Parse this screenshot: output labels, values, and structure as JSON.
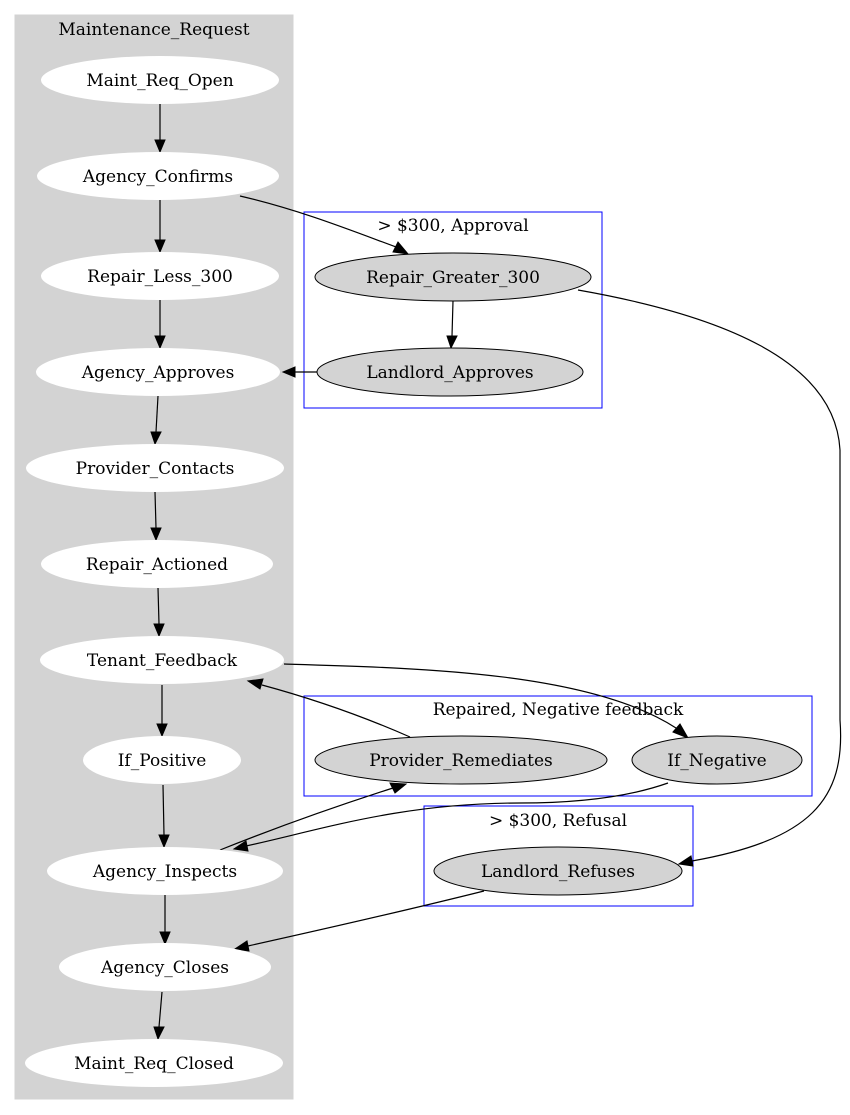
{
  "colors": {
    "cluster_fill": "#d3d3d3",
    "cluster_border_blue": "#0000ff",
    "node_white": "#ffffff",
    "node_gray": "#d3d3d3",
    "edge": "#000000"
  },
  "clusters": {
    "maintenance": {
      "label": "Maintenance_Request"
    },
    "approval": {
      "label": "> $300, Approval"
    },
    "negative": {
      "label": "Repaired, Negative feedback"
    },
    "refusal": {
      "label": "> $300, Refusal"
    }
  },
  "nodes": {
    "maint_req_open": {
      "label": "Maint_Req_Open",
      "cluster": "maintenance"
    },
    "agency_confirms": {
      "label": "Agency_Confirms",
      "cluster": "maintenance"
    },
    "repair_less_300": {
      "label": "Repair_Less_300",
      "cluster": "maintenance"
    },
    "agency_approves": {
      "label": "Agency_Approves",
      "cluster": "maintenance"
    },
    "provider_contacts": {
      "label": "Provider_Contacts",
      "cluster": "maintenance"
    },
    "repair_actioned": {
      "label": "Repair_Actioned",
      "cluster": "maintenance"
    },
    "tenant_feedback": {
      "label": "Tenant_Feedback",
      "cluster": "maintenance"
    },
    "if_positive": {
      "label": "If_Positive",
      "cluster": "maintenance"
    },
    "agency_inspects": {
      "label": "Agency_Inspects",
      "cluster": "maintenance"
    },
    "agency_closes": {
      "label": "Agency_Closes",
      "cluster": "maintenance"
    },
    "maint_req_closed": {
      "label": "Maint_Req_Closed",
      "cluster": "maintenance"
    },
    "repair_greater_300": {
      "label": "Repair_Greater_300",
      "cluster": "approval"
    },
    "landlord_approves": {
      "label": "Landlord_Approves",
      "cluster": "approval"
    },
    "provider_remediates": {
      "label": "Provider_Remediates",
      "cluster": "negative"
    },
    "if_negative": {
      "label": "If_Negative",
      "cluster": "negative"
    },
    "landlord_refuses": {
      "label": "Landlord_Refuses",
      "cluster": "refusal"
    }
  },
  "edges": [
    {
      "from": "Maint_Req_Open",
      "to": "Agency_Confirms"
    },
    {
      "from": "Agency_Confirms",
      "to": "Repair_Less_300"
    },
    {
      "from": "Agency_Confirms",
      "to": "Repair_Greater_300"
    },
    {
      "from": "Repair_Less_300",
      "to": "Agency_Approves"
    },
    {
      "from": "Repair_Greater_300",
      "to": "Landlord_Approves"
    },
    {
      "from": "Repair_Greater_300",
      "to": "Landlord_Refuses"
    },
    {
      "from": "Landlord_Approves",
      "to": "Agency_Approves"
    },
    {
      "from": "Agency_Approves",
      "to": "Provider_Contacts"
    },
    {
      "from": "Provider_Contacts",
      "to": "Repair_Actioned"
    },
    {
      "from": "Repair_Actioned",
      "to": "Tenant_Feedback"
    },
    {
      "from": "Tenant_Feedback",
      "to": "If_Positive"
    },
    {
      "from": "Tenant_Feedback",
      "to": "If_Negative"
    },
    {
      "from": "Provider_Remediates",
      "to": "Tenant_Feedback"
    },
    {
      "from": "If_Positive",
      "to": "Agency_Inspects"
    },
    {
      "from": "If_Negative",
      "to": "Agency_Inspects"
    },
    {
      "from": "Agency_Inspects",
      "to": "Provider_Remediates"
    },
    {
      "from": "Agency_Inspects",
      "to": "Agency_Closes"
    },
    {
      "from": "Landlord_Refuses",
      "to": "Agency_Closes"
    },
    {
      "from": "Agency_Closes",
      "to": "Maint_Req_Closed"
    }
  ]
}
